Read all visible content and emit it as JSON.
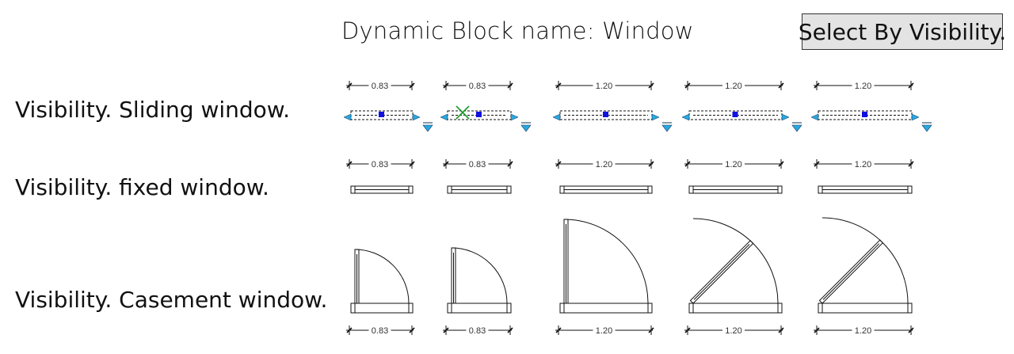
{
  "header": {
    "title": "Dynamic Block name: Window",
    "select_button": "Select By Visibility."
  },
  "rows": [
    {
      "label": "Visibility. Sliding window.",
      "type": "sliding",
      "dims": [
        "0.83",
        "0.83",
        "1.20",
        "1.20",
        "1.20"
      ]
    },
    {
      "label": "Visibility. fixed window.",
      "type": "fixed",
      "dims": [
        "0.83",
        "0.83",
        "1.20",
        "1.20",
        "1.20"
      ]
    },
    {
      "label": "Visibility. Casement window.",
      "type": "casement",
      "dims": [
        "0.83",
        "0.83",
        "1.20",
        "1.20",
        "1.20"
      ]
    }
  ],
  "colors": {
    "grip": "#1010e0",
    "arrow": "#29a8e0",
    "cross": "#1a9a2a",
    "line": "#111111"
  }
}
